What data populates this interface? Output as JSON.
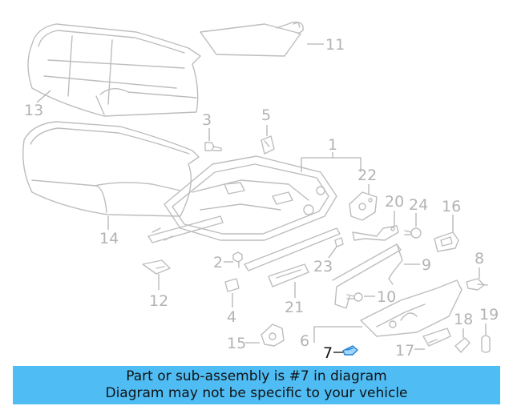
{
  "callouts": {
    "c1": "1",
    "c2": "2",
    "c3": "3",
    "c4": "4",
    "c5": "5",
    "c6": "6",
    "c7": "7",
    "c8": "8",
    "c9": "9",
    "c10": "10",
    "c11": "11",
    "c12": "12",
    "c13": "13",
    "c14": "14",
    "c15": "15",
    "c16": "16",
    "c17": "17",
    "c18": "18",
    "c19": "19",
    "c20": "20",
    "c21": "21",
    "c22": "22",
    "c23": "23",
    "c24": "24"
  },
  "highlighted_part": "7",
  "colors": {
    "banner": "#4fbdf4",
    "callout": "#b3b3b3",
    "highlight": "#111111",
    "line_art": "#bdbdbd"
  },
  "banner": {
    "line1": "Part or sub-assembly is #7 in diagram",
    "line2": "Diagram may not be specific to your vehicle"
  }
}
